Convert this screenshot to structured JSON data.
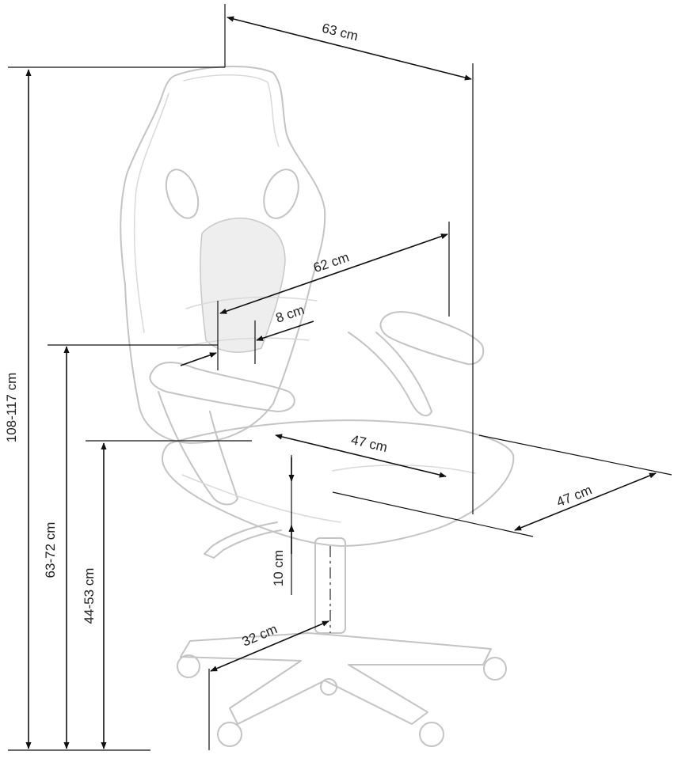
{
  "dimensions": {
    "overall_width": "63 cm",
    "overall_height": "108-117 cm",
    "seat_back_height": "62 cm",
    "backrest_gap": "8 cm",
    "armrest_height": "63-72 cm",
    "seat_height": "44-53 cm",
    "seat_depth": "47 cm",
    "seat_width": "47 cm",
    "gas_lift_travel": "10 cm",
    "base_radius": "32 cm"
  },
  "colors": {
    "dimension_line": "#111111",
    "chair_outline": "#c4c4c4",
    "mesh_fill": "#eeeeee",
    "background": "#ffffff"
  }
}
